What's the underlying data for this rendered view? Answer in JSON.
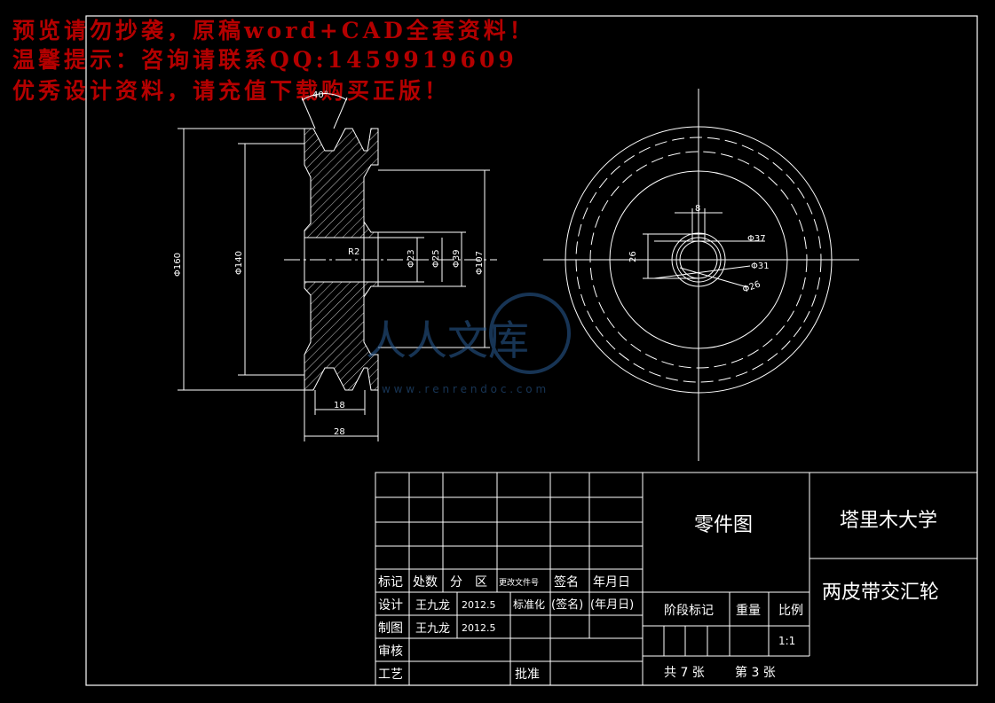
{
  "watermark": {
    "line1": "预览请勿抄袭，原稿word+CAD全套资料！",
    "line2": "温馨提示：咨询请联系QQ:1459919609",
    "line3": "优秀设计资料，请充值下载购买正版！",
    "logo_text": "人人文库",
    "logo_url": "w w w . r e n r e n d o c . c o m"
  },
  "dimensions": {
    "angle": "40°",
    "d160": "Φ160",
    "d140": "Φ140",
    "r2": "R2",
    "d23": "Φ23",
    "d25": "Φ25",
    "d39": "Φ39",
    "d107": "Φ107",
    "w18": "18",
    "w28": "28",
    "key8": "8",
    "h26": "26",
    "d37": "Φ37",
    "d31": "Φ31",
    "d26": "Φ26"
  },
  "title_block": {
    "drawing_type": "零件图",
    "university": "塔里木大学",
    "part_name": "两皮带交汇轮",
    "header": {
      "mark": "标记",
      "count": "处数",
      "zone": "分　区",
      "doc_no": "更改文件号",
      "signature": "签名",
      "date": "年月日"
    },
    "design_label": "设计",
    "designer": "王九龙",
    "design_date": "2012.5",
    "standard_label": "标准化",
    "sign_placeholder": "(签名)",
    "date_placeholder": "(年月日)",
    "draw_label": "制图",
    "drafter": "王九龙",
    "draw_date": "2012.5",
    "review_label": "审核",
    "process_label": "工艺",
    "approve_label": "批准",
    "stage_label": "阶段标记",
    "weight_label": "重量",
    "scale_label": "比例",
    "scale_value": "1:1",
    "total_sheets": "共 7 张",
    "sheet_no": "第 3 张"
  }
}
